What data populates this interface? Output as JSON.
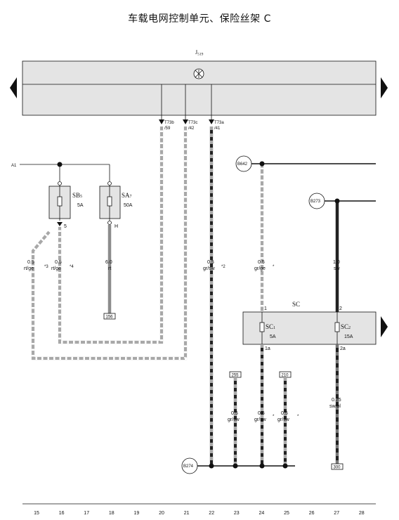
{
  "title": "车载电网控制单元、保险丝架 C",
  "module": {
    "id": "J",
    "sub": "519"
  },
  "connectors": [
    {
      "pin": "T73b",
      "num": "/59"
    },
    {
      "pin": "T73c",
      "num": "/42"
    },
    {
      "pin": "T73a",
      "num": "/41"
    }
  ],
  "terminal_a1": "A1",
  "fuses": [
    {
      "name": "SB",
      "sub": "5",
      "rating": "5A",
      "terminal": "5"
    },
    {
      "name": "SA",
      "sub": "7",
      "rating": "50A",
      "terminal": "H"
    }
  ],
  "fuse_holder": {
    "label": "SC",
    "fuses": [
      {
        "name": "SC",
        "sub": "1",
        "rating": "5A",
        "pin_top": "1",
        "pin_bottom": "1a"
      },
      {
        "name": "SC",
        "sub": "2",
        "rating": "15A",
        "pin_top": "2",
        "pin_bottom": "2a"
      }
    ]
  },
  "grounds": [
    {
      "id": "B642"
    },
    {
      "id": "B273"
    },
    {
      "id": "B274"
    }
  ],
  "wires": [
    {
      "size": "0.5",
      "color": "rt/ge",
      "note": "*3"
    },
    {
      "size": "0.5",
      "color": "rt/ge",
      "note": "*4"
    },
    {
      "size": "6.0",
      "color": "rt",
      "note": ""
    },
    {
      "size": "0.5",
      "color": "gr/sw",
      "note": "*2"
    },
    {
      "size": "0.5",
      "color": "gr/ge",
      "note": "*"
    },
    {
      "size": "1.0",
      "color": "sw",
      "note": ""
    },
    {
      "size": "0.5",
      "color": "gr/sw",
      "note": ""
    },
    {
      "size": "0.5",
      "color": "gr/sw",
      "note": "*"
    },
    {
      "size": "0.5",
      "color": "gr/sw",
      "note": "*"
    },
    {
      "size": "0.75",
      "color": "sw/bl",
      "note": ""
    }
  ],
  "refs": [
    "156",
    "255",
    "210",
    "300"
  ],
  "columns": [
    "15",
    "16",
    "17",
    "18",
    "19",
    "20",
    "21",
    "22",
    "23",
    "24",
    "25",
    "26",
    "27",
    "28"
  ],
  "colors": {
    "module_fill": "#e4e4e4",
    "wire_dark": "#222222",
    "wire_grey": "#a8a8a8",
    "wire_red": "#8c8c8c",
    "line": "#111111"
  }
}
